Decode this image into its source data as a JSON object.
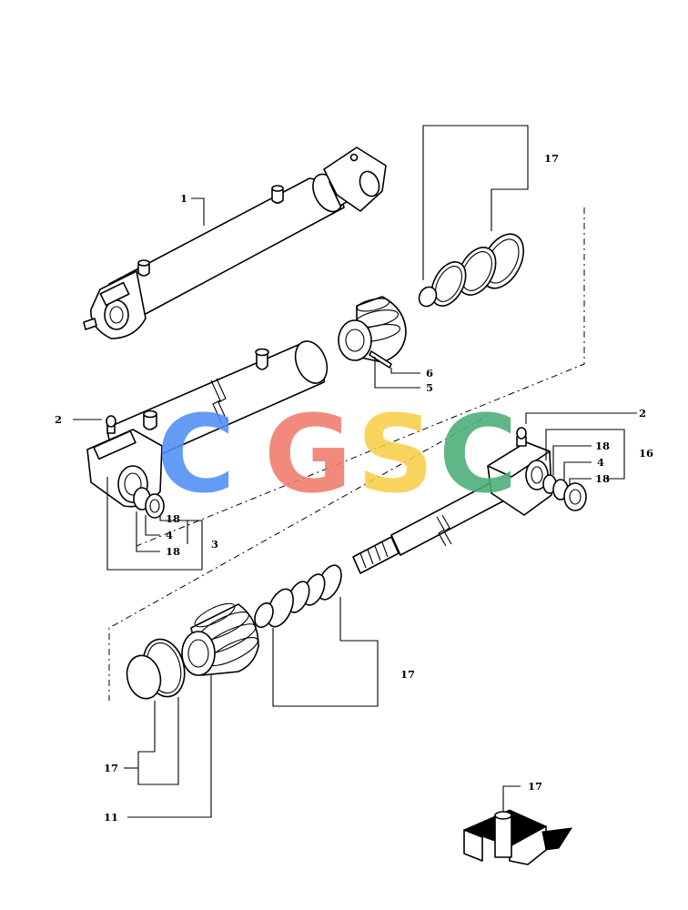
{
  "callouts": [
    {
      "id": "c1",
      "text": "1"
    },
    {
      "id": "c2a",
      "text": "2"
    },
    {
      "id": "c2b",
      "text": "2"
    },
    {
      "id": "c3",
      "text": "3"
    },
    {
      "id": "c4a",
      "text": "4"
    },
    {
      "id": "c4b",
      "text": "4"
    },
    {
      "id": "c5",
      "text": "5"
    },
    {
      "id": "c6",
      "text": "6"
    },
    {
      "id": "c11",
      "text": "11"
    },
    {
      "id": "c16",
      "text": "16"
    },
    {
      "id": "c17a",
      "text": "17"
    },
    {
      "id": "c17b",
      "text": "17"
    },
    {
      "id": "c17c",
      "text": "17"
    },
    {
      "id": "c17d",
      "text": "17"
    },
    {
      "id": "c18a",
      "text": "18"
    },
    {
      "id": "c18b",
      "text": "18"
    },
    {
      "id": "c18c",
      "text": "18"
    },
    {
      "id": "c18d",
      "text": "18"
    }
  ],
  "watermark": {
    "letters": [
      "C",
      "G",
      "S",
      "C"
    ],
    "colors": [
      "#4f8ef7",
      "#f07a6c",
      "#f8cf4a",
      "#4aad76"
    ]
  }
}
